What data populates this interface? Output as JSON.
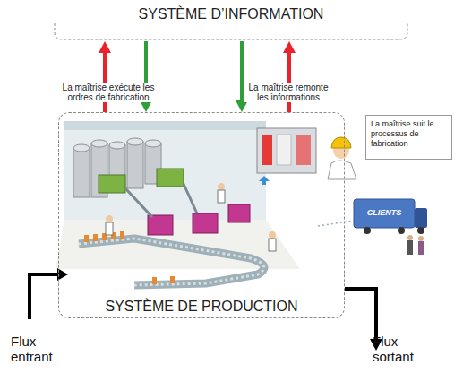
{
  "diagram": {
    "nodes": [
      {
        "text": [
          "SYSTÈME D’INFORMATION"
        ]
      },
      {
        "text": [
          "SYSTÈME DE PRODUCTION"
        ]
      },
      {
        "text": [
          "La maîtrise suit le processus de fabrication"
        ]
      }
    ],
    "edges": [
      {
        "from": 1,
        "to": 0,
        "arrow": "to"
      },
      {
        "from": 0,
        "to": 1,
        "arrow": "to"
      },
      {
        "from": 0,
        "to": 1,
        "arrow": "to"
      },
      {
        "from": 1,
        "to": 0,
        "arrow": "to"
      }
    ],
    "labels": [
      "La maîtrise exécute les ordres de fabrication",
      "La maîtrise remonte les informations",
      "CLIENTS",
      "Flux entrant",
      "Flux sortant"
    ]
  }
}
